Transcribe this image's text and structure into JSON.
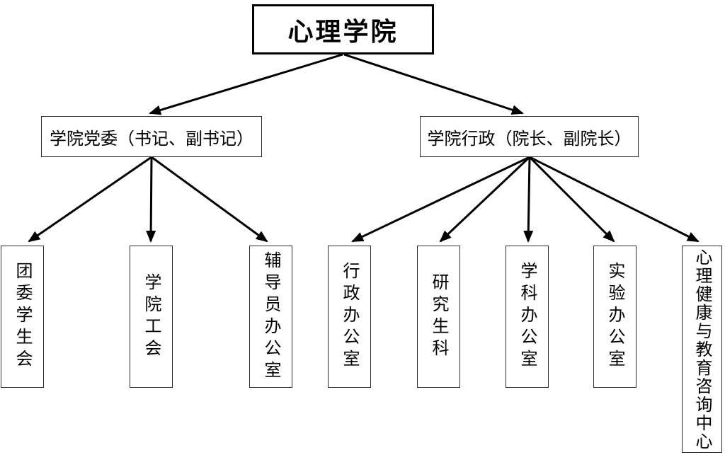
{
  "org": {
    "root_label": "心理学院",
    "branches": [
      {
        "label": "学院党委（书记、副书记）"
      },
      {
        "label": "学院行政（院长、副院长）"
      }
    ],
    "departments": [
      {
        "label": "团委学生会"
      },
      {
        "label": "学院工会"
      },
      {
        "label": "辅导员办公室"
      },
      {
        "label": "行政办公室"
      },
      {
        "label": "研究生科"
      },
      {
        "label": "学科办公室"
      },
      {
        "label": "实验办公室"
      },
      {
        "label": "心理健康与教育咨询中心"
      }
    ],
    "colors": {
      "line": "#000000",
      "background": "#ffffff"
    }
  }
}
